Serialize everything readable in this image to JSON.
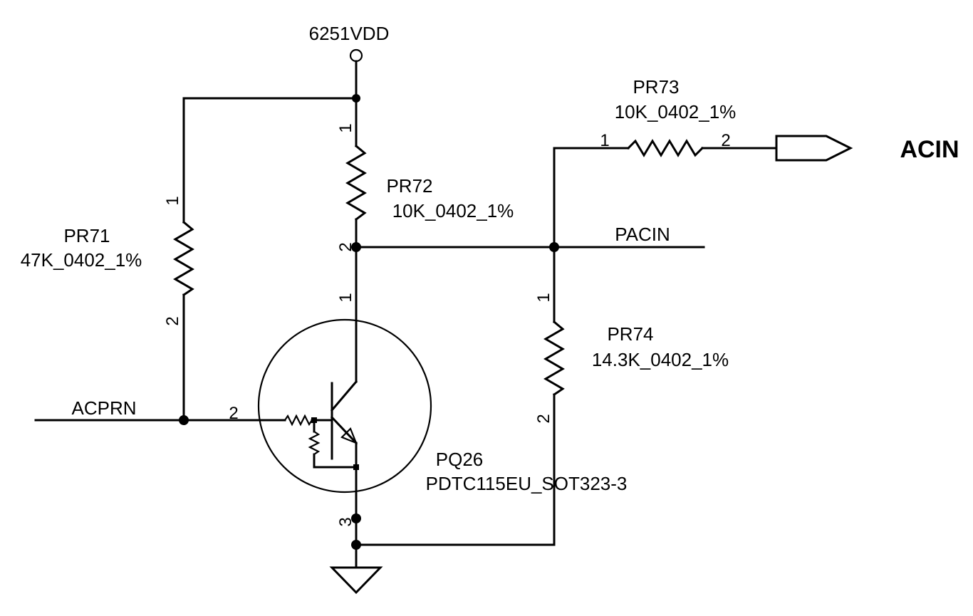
{
  "power_rail": "6251VDD",
  "nets": {
    "acprn": "ACPRN",
    "pacin": "PACIN",
    "acin": "ACIN"
  },
  "components": {
    "pr71": {
      "ref": "PR71",
      "value": "47K_0402_1%",
      "pin1": "1",
      "pin2": "2"
    },
    "pr72": {
      "ref": "PR72",
      "value": "10K_0402_1%",
      "pin1": "1",
      "pin2": "2"
    },
    "pr73": {
      "ref": "PR73",
      "value": "10K_0402_1%",
      "pin1": "1",
      "pin2": "2"
    },
    "pr74": {
      "ref": "PR74",
      "value": "14.3K_0402_1%",
      "pin1": "1",
      "pin2": "2"
    },
    "pq26": {
      "ref": "PQ26",
      "value": "PDTC115EU_SOT323-3",
      "pin_collector": "1",
      "pin_base": "2",
      "pin_emitter": "3"
    }
  }
}
